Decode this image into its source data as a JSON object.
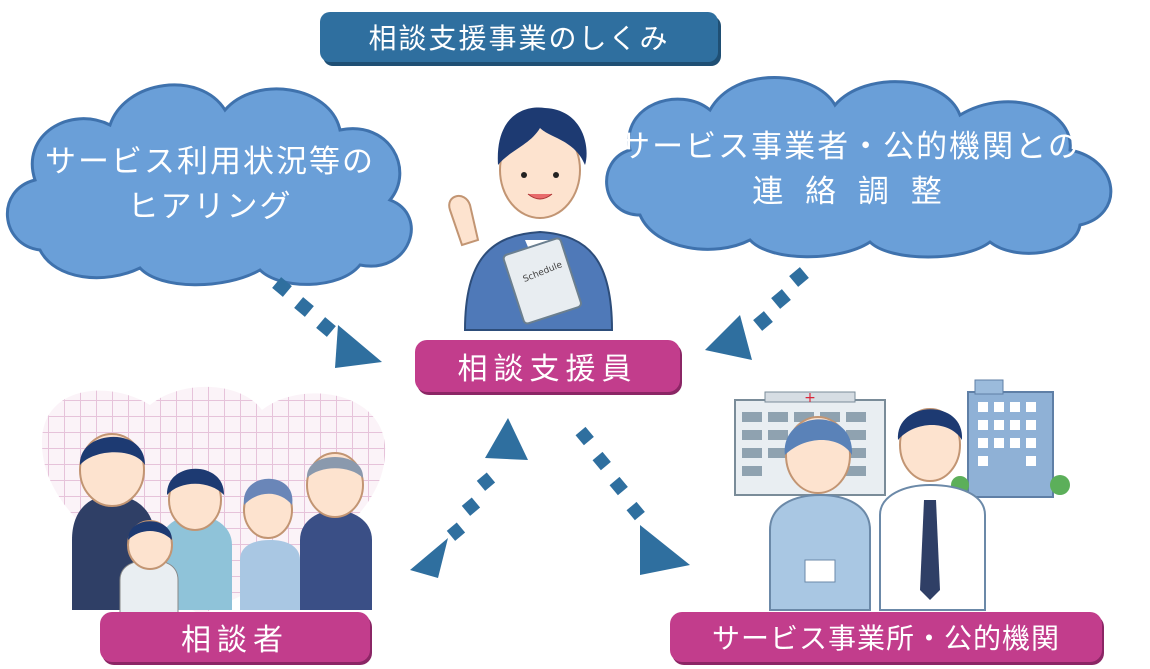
{
  "title": "相談支援事業のしくみ",
  "left_cloud": {
    "line1": "サービス利用状況等の",
    "line2": "ヒアリング"
  },
  "right_cloud": {
    "line1": "サービス事業者・公的機関との",
    "line2": "連 絡 調 整"
  },
  "center_label": "相談支援員",
  "bottom_left_label": "相談者",
  "bottom_right_label": "サービス事業所・公的機関",
  "folder_text": "Schedule",
  "colors": {
    "cloud": "#6a9fd8",
    "arrow": "#2f6f9f",
    "label": "#c23d8c",
    "title": "#2f6f9f"
  }
}
